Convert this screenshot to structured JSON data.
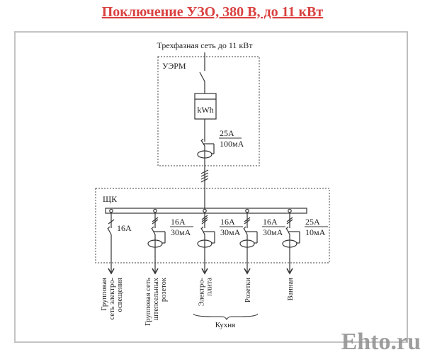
{
  "title": "Поключение УЗО, 380 В, до 11 кВт",
  "watermark": "Ehto.ru",
  "diagram": {
    "supply_label": "Трехфазная сеть до 11 кВт",
    "uerm": {
      "label": "УЭРМ",
      "meter_label": "kWh",
      "rcd_rating_top": "25A",
      "rcd_rating_bottom": "100мА"
    },
    "shk": {
      "label": "ЩК",
      "branches": [
        {
          "id": "lighting",
          "type": "breaker",
          "rating_top": "16A",
          "rating_bottom": "",
          "output_lines": [
            "Групповая",
            "сеть электро-",
            "освещения"
          ]
        },
        {
          "id": "sockets-group",
          "type": "rcd",
          "rating_top": "16A",
          "rating_bottom": "30мА",
          "output_lines": [
            "Групповая сеть",
            "штепсельных",
            "розеток"
          ]
        },
        {
          "id": "stove",
          "type": "rcd",
          "rating_top": "16A",
          "rating_bottom": "30мА",
          "output_lines": [
            "Электро-",
            "плита"
          ]
        },
        {
          "id": "kitchen-sockets",
          "type": "rcd",
          "rating_top": "16A",
          "rating_bottom": "30мА",
          "output_lines": [
            "Розетки"
          ]
        },
        {
          "id": "bathroom",
          "type": "rcd",
          "rating_top": "25A",
          "rating_bottom": "10мА",
          "output_lines": [
            "Ванная"
          ]
        }
      ],
      "group_label": "Кухня"
    }
  }
}
